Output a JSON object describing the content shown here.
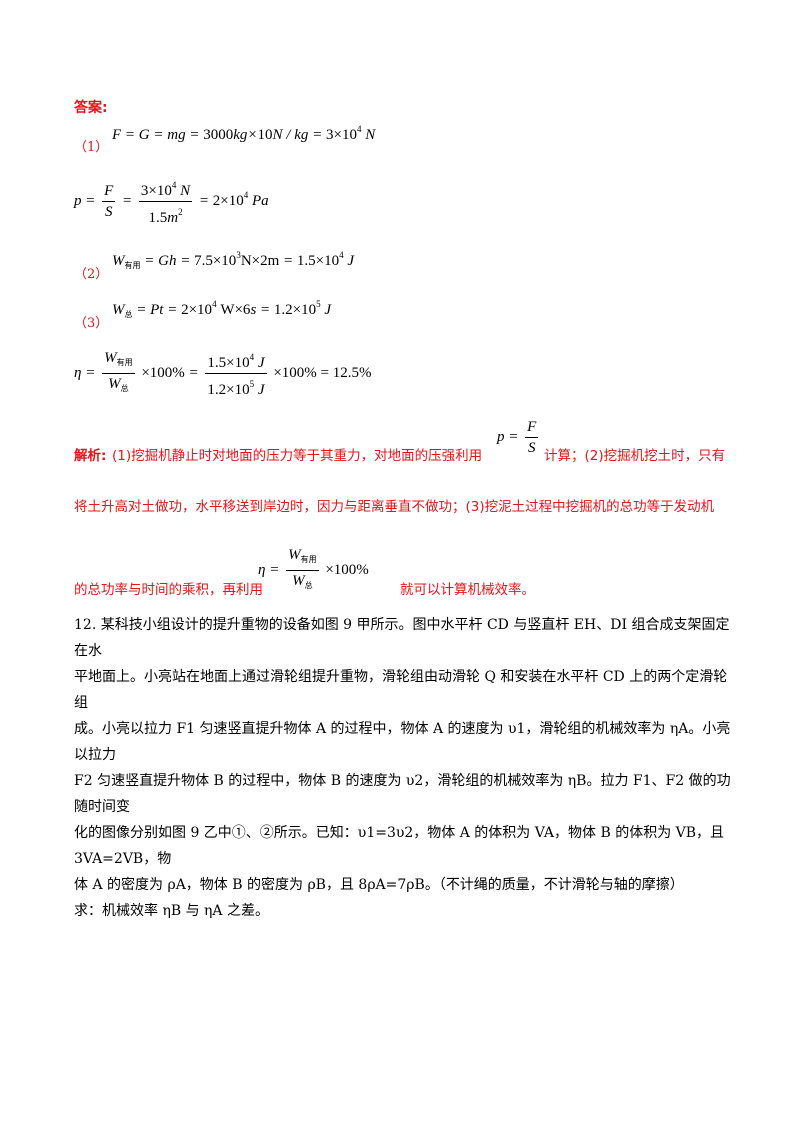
{
  "answer": {
    "title": "答案:",
    "label1": "（1）",
    "label2": "（2）",
    "label3": "（3）",
    "eq1": "F = G = mg = 3000kg×10N / kg = 3×10⁴ N",
    "eq_p_lhs": "p =",
    "eq_p_f_num": "F",
    "eq_p_f_den": "S",
    "eq_p_num": "3×10⁴ N",
    "eq_p_den": "1.5m²",
    "eq_p_rhs": "= 2×10⁴ Pa",
    "eq2": "W有用 = Gh = 7.5×10³ N×2m = 1.5×10⁴ J",
    "eq3": "W总 = Pt = 2×10⁴ W×6s = 1.2×10⁵ J",
    "eq_eta_lhs": "η =",
    "eq_eta_f1_num": "W有用",
    "eq_eta_f1_den": "W总",
    "eq_eta_mid": "×100% =",
    "eq_eta_f2_num": "1.5×10⁴ J",
    "eq_eta_f2_den": "1.2×10⁵ J",
    "eq_eta_rhs": "×100% = 12.5%"
  },
  "analysis": {
    "prefix": "解析:",
    "line1_a": "(1)挖掘机静止时对地面的压力等于其重力，对地面的压强利用",
    "line1_b": "计算；(2)挖掘机挖土时，只有",
    "line2": "将土升高对土做功，水平移送到岸边时，因力与距离垂直不做功；(3)挖泥土过程中挖掘机的总功等于发动机",
    "line3_a": "的总功率与时间的乘积，再利用",
    "line3_b": "就可以计算机械效率。",
    "inline_p": "p = F / S",
    "inline_eta": "η = W有用 / W总 × 100%"
  },
  "problem": {
    "number": "12.",
    "lines": [
      "某科技小组设计的提升重物的设备如图 9 甲所示。图中水平杆 CD 与竖直杆 EH、DI 组合成支架固定在水",
      "平地面上。小亮站在地面上通过滑轮组提升重物，滑轮组由动滑轮 Q 和安装在水平杆 CD 上的两个定滑轮组",
      "成。小亮以拉力 F1 匀速竖直提升物体 A 的过程中，物体 A 的速度为 υ1，滑轮组的机械效率为 ηA。小亮以拉力",
      "F2 匀速竖直提升物体 B 的过程中，物体 B 的速度为 υ2，滑轮组的机械效率为 ηB。拉力 F1、F2 做的功随时间变",
      "化的图像分别如图 9 乙中①、②所示。已知：υ1=3υ2，物体 A 的体积为 VA，物体 B 的体积为 VB，且 3VA=2VB，物",
      "体 A 的密度为 ρA，物体 B 的密度为 ρB，且 8ρA=7ρB。（不计绳的质量，不计滑轮与轴的摩擦）",
      "求：机械效率 ηB 与 ηA 之差。"
    ]
  }
}
